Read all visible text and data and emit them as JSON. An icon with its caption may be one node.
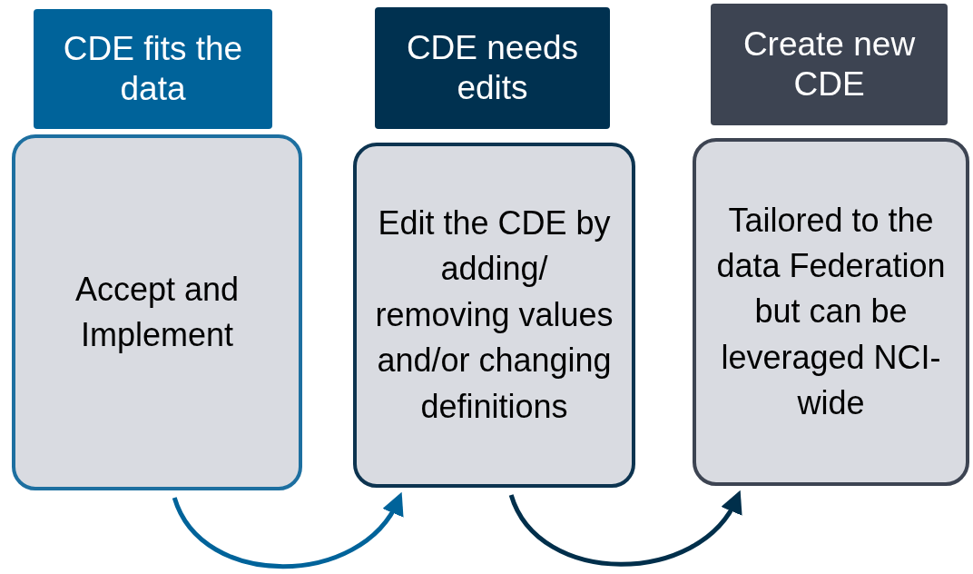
{
  "diagram": {
    "nodes": [
      {
        "text": [
          "CDE fits the data"
        ]
      },
      {
        "text": [
          "CDE needs edits"
        ]
      },
      {
        "text": [
          "Create new CDE"
        ]
      },
      {
        "text": [
          "Accept and Implement"
        ]
      },
      {
        "text": [
          "Edit the CDE by adding/ removing values and/or changing definitions"
        ]
      },
      {
        "text": [
          "Tailored to the data Federation but can be leveraged NCI-wide"
        ]
      }
    ],
    "edges": [
      {
        "from": 3,
        "to": 4,
        "arrow": "to",
        "color": "#00639a"
      },
      {
        "from": 4,
        "to": 5,
        "arrow": "to",
        "color": "#002f4b"
      }
    ]
  }
}
